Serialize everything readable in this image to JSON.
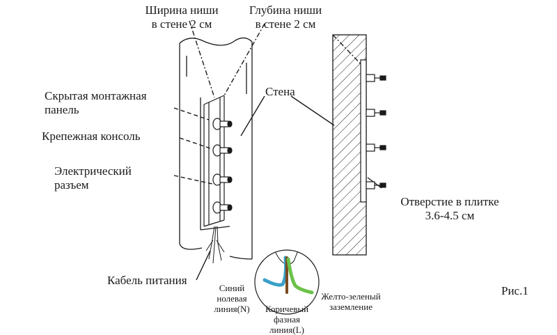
{
  "labels": {
    "niche_width": [
      "Ширина ниши",
      "в стене 2 см"
    ],
    "niche_depth": [
      "Глубина ниши",
      "в стене 2 см"
    ],
    "hidden_panel": [
      "Скрытая монтажная",
      "панель"
    ],
    "bracket": "Крепежная консоль",
    "connector": [
      "Электрический",
      "разъем"
    ],
    "wall": "Стена",
    "tile_hole": [
      "Отверстие в плитке",
      "3.6-4.5 см"
    ],
    "power_cable": "Кабель питания",
    "neutral": [
      "Синий",
      "нолевая",
      "линия(N)"
    ],
    "phase": [
      "Коричевый",
      "фазная",
      "линия(L)"
    ],
    "ground": [
      "Желто-зеленый",
      "заземление"
    ],
    "figure": "Рис.1"
  },
  "colors": {
    "ink": "#1a1a1a",
    "wire_blue": "#3aa0c8",
    "wire_brown": "#7a4a22",
    "wire_green": "#6cc24a"
  }
}
